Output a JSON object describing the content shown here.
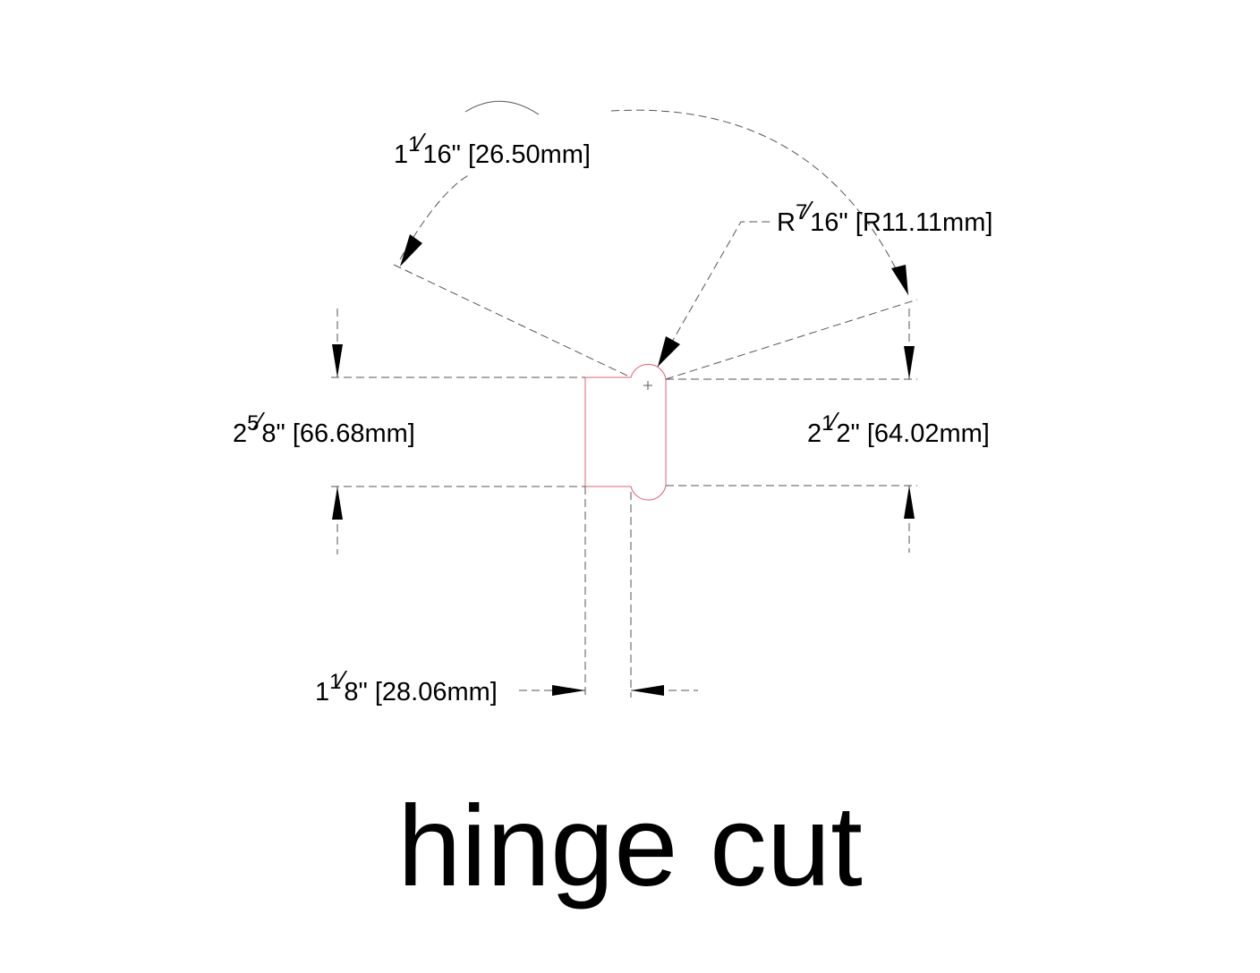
{
  "title": "hinge cut",
  "dimensions": {
    "angle_width": {
      "whole": "1",
      "num": "1",
      "den": "16",
      "suffix": "\" [26.50mm]"
    },
    "radius": {
      "prefix": "R",
      "num": "7",
      "den": "16",
      "suffix": "\" [R11.11mm]"
    },
    "left_height": {
      "whole": "2",
      "num": "5",
      "den": "8",
      "suffix": "\" [66.68mm]"
    },
    "right_height": {
      "whole": "2",
      "num": "1",
      "den": "2",
      "suffix": "\" [64.02mm]"
    },
    "bottom_width": {
      "whole": "1",
      "num": "1",
      "den": "8",
      "suffix": "\" [28.06mm]"
    }
  },
  "colors": {
    "cut_outline": "#e06070",
    "dimension_line": "#555555"
  }
}
